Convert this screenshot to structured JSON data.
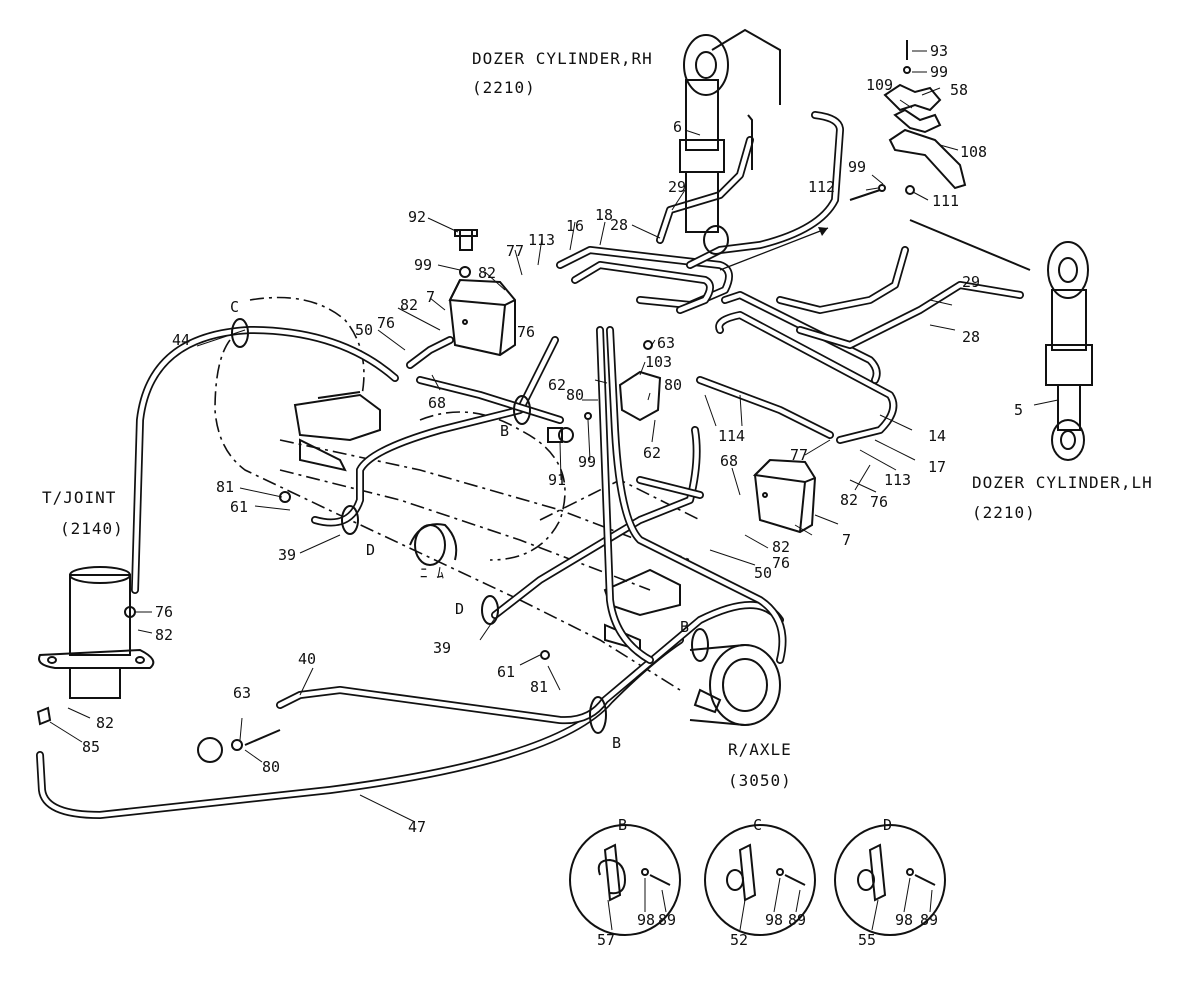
{
  "assemblies": {
    "dozer_rh": {
      "name": "DOZER CYLINDER,RH",
      "code": "(2210)"
    },
    "dozer_lh": {
      "name": "DOZER CYLINDER,LH",
      "code": "(2210)"
    },
    "t_joint": {
      "name": "T/JOINT",
      "code": "(2140)"
    },
    "r_axle": {
      "name": "R/AXLE",
      "code": "(3050)"
    }
  },
  "clamp_letters": {
    "b": "B",
    "c": "C",
    "d": "D"
  },
  "details": [
    {
      "letter": "B",
      "parts": [
        "57",
        "98",
        "89"
      ]
    },
    {
      "letter": "C",
      "parts": [
        "52",
        "98",
        "89"
      ]
    },
    {
      "letter": "D",
      "parts": [
        "55",
        "98",
        "89"
      ]
    }
  ],
  "callouts": {
    "c5": "5",
    "c6": "6",
    "c7a": "7",
    "c7b": "7",
    "c14": "14",
    "c16": "16",
    "c17": "17",
    "c18": "18",
    "c28a": "28",
    "c28b": "28",
    "c29a": "29",
    "c29b": "29",
    "c39a": "39",
    "c39b": "39",
    "c40": "40",
    "c44": "44",
    "c47": "47",
    "c50a": "50",
    "c50b": "50",
    "c58": "58",
    "c61a": "61",
    "c61b": "61",
    "c62a": "62",
    "c62b": "62",
    "c63a": "63",
    "c63b": "63",
    "c68a": "68",
    "c68b": "68",
    "c76a": "76",
    "c76b": "76",
    "c76c": "76",
    "c76d": "76",
    "c77a": "77",
    "c77b": "77",
    "c80a": "80",
    "c80b": "80",
    "c80c": "80",
    "c81a": "81",
    "c81b": "81",
    "c82a": "82",
    "c82b": "82",
    "c82c": "82",
    "c82d": "82",
    "c82e": "82",
    "c82f": "82",
    "c85": "85",
    "c91": "91",
    "c92": "92",
    "c93": "93",
    "c99a": "99",
    "c99b": "99",
    "c99c": "99",
    "c99d": "99",
    "c103": "103",
    "c108": "108",
    "c109": "109",
    "c111": "111",
    "c112": "112",
    "c113a": "113",
    "c113b": "113",
    "c114": "114"
  }
}
